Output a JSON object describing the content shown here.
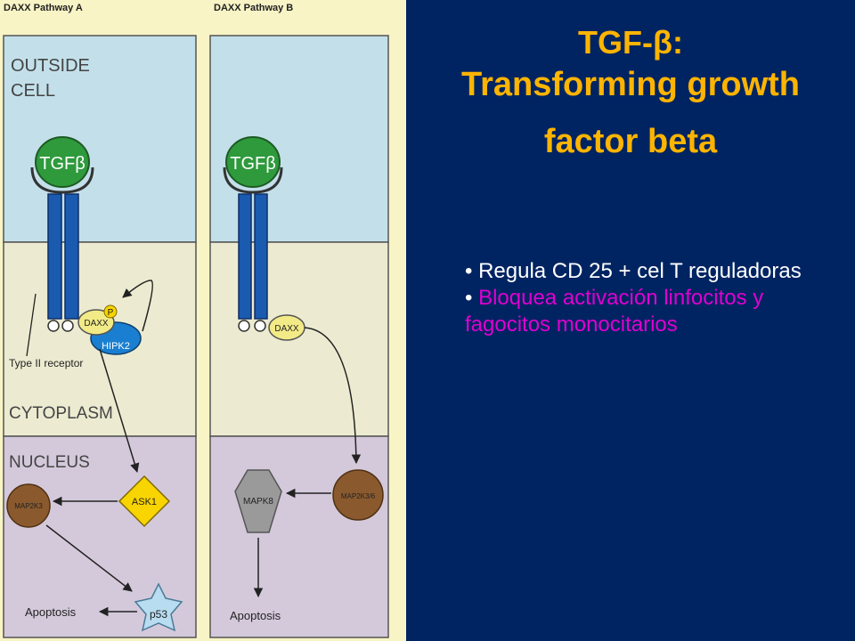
{
  "diagram": {
    "pathway_a_title": "DAXX Pathway A",
    "pathway_b_title": "DAXX Pathway B",
    "region_outside": [
      "OUTSIDE",
      "CELL"
    ],
    "region_cytoplasm": "CYTOPLASM",
    "region_nucleus": "NUCLEUS",
    "tgfb_label": "TGFβ",
    "daxx_label": "DAXX",
    "phospho_label": "P",
    "hipk2_label": "HIPK2",
    "type2_receptor_label": "Type II receptor",
    "ask1_label": "ASK1",
    "map2k3_label": "MAP2K3",
    "p53_label": "p53",
    "apoptosis_label": "Apoptosis",
    "mapk8_label": "MAPK8",
    "map2k3_6_label": "MAP2K3/6",
    "colors": {
      "outside": "#c3e0ea",
      "cytoplasm": "#ecebd1",
      "nucleus": "#d4c9db",
      "receptor": "#1a5bb0",
      "tgfb": "#2e9a3c",
      "daxx": "#f2ea86",
      "hipk2": "#1a7fd0",
      "ask1": "#f8d400",
      "map2k": "#8a5a2e",
      "mapk8": "#9a9a9a",
      "p53": "#b8dcf0"
    }
  },
  "panel": {
    "title_line1": "TGF-β:",
    "title_line2": "Transforming growth",
    "title_line3": "factor beta",
    "bullet1": "• Regula CD 25 + cel T reguladoras",
    "bullet2_prefix": "• ",
    "bullet2_text": "Bloquea activación linfocitos y fagocitos monocitarios",
    "colors": {
      "background": "#002462",
      "title": "#ffb400",
      "bullet1": "#ffffff",
      "bullet2": "#e000d0"
    }
  }
}
